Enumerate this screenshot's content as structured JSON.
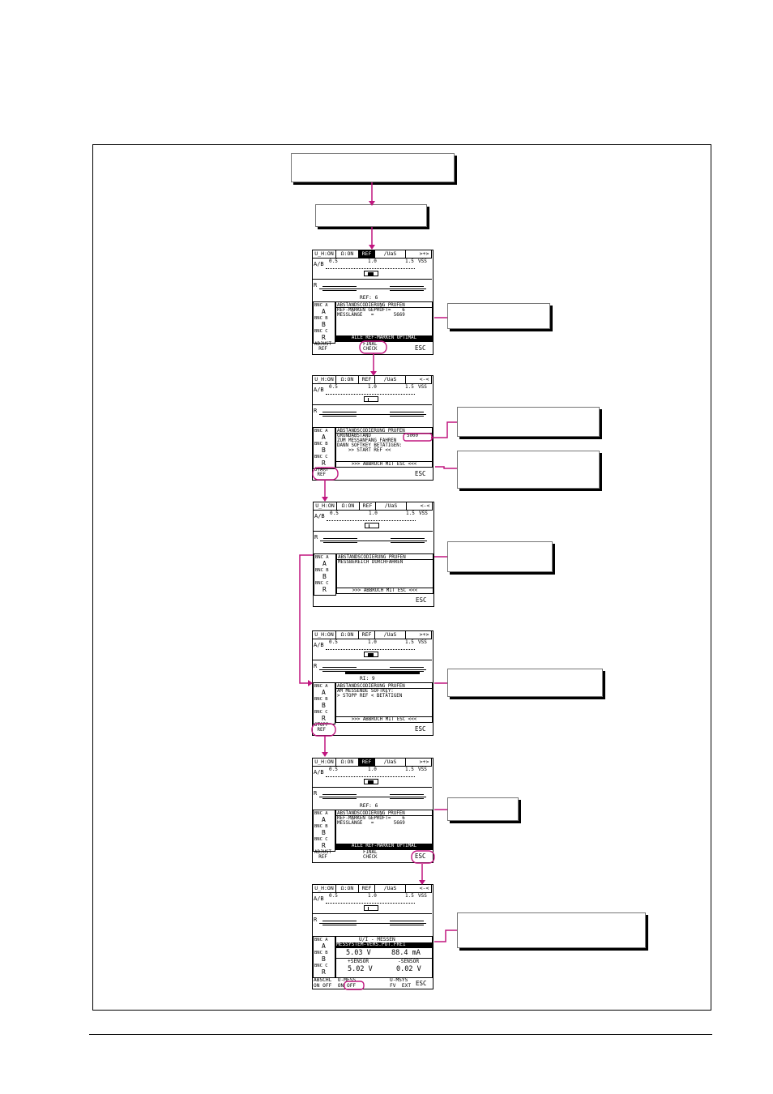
{
  "screens": [
    {
      "tabs": [
        "U_H:ON",
        "Ω:ON",
        "REF",
        "∕UaS",
        ">+>"
      ],
      "tab_highlight": 2,
      "scale_labels": [
        "A/B",
        "0.5",
        "1.0",
        "1.5",
        "VSS"
      ],
      "marker_filled": true,
      "r_label": "R",
      "ref_label": "REF: 6",
      "r_bar_filled": false,
      "panel_lines": [
        "ABSTANDSCODIERUNG PRÜFEN",
        "REF-MARKEN GEPRÜFT=    6",
        "MESSLÄNGE   =       5669"
      ],
      "panel_footer": "ALLE REF-MARKEN OPTIMAL",
      "panel_footer_inverse": true,
      "bnc": [
        "BNC A",
        "A",
        "BNC B",
        "B",
        "BNC C",
        "R"
      ],
      "softkeys": [
        "ADJUST\nREF",
        "FINAL\nCHECK",
        "ESC"
      ]
    },
    {
      "tabs": [
        "U_H:ON",
        "Ω:ON",
        "REF",
        "∕UaS",
        "<-<"
      ],
      "tab_highlight": -1,
      "scale_labels": [
        "A/B",
        "0.5",
        "1.0",
        "1.5",
        "VSS"
      ],
      "marker_filled": false,
      "r_label": "R",
      "ref_label": "",
      "r_bar_filled": false,
      "panel_lines": [
        "ABSTANDSCODIERUNG PRÜFEN",
        "GRUNDABSTAND",
        "ZUM MESSANFANG FAHREN",
        "DANN SOFTKEY BETÄTIGEN:",
        "    >> START REF <<"
      ],
      "panel_value": "5000",
      "panel_footer": ">>> ABBRUCH MIT ESC <<<",
      "panel_footer_inverse": false,
      "bnc": [
        "BNC A",
        "A",
        "BNC B",
        "B",
        "BNC C",
        "R"
      ],
      "softkeys": [
        "START\nREF",
        "",
        "ESC"
      ]
    },
    {
      "tabs": [
        "U_H:ON",
        "Ω:ON",
        "REF",
        "∕UaS",
        "<-<"
      ],
      "tab_highlight": -1,
      "scale_labels": [
        "A/B",
        "0.5",
        "1.0",
        "1.5",
        "VSS"
      ],
      "marker_filled": false,
      "r_label": "R",
      "ref_label": "",
      "r_bar_filled": false,
      "panel_lines": [
        "ABSTANDSCODIERUNG PRÜFEN",
        "MESSBEREICH DURCHFAHREN"
      ],
      "panel_footer": ">>> ABBRUCH MIT ESC <<<",
      "panel_footer_inverse": false,
      "bnc": [
        "BNC A",
        "A",
        "BNC B",
        "B",
        "BNC C",
        "R"
      ],
      "softkeys": [
        "",
        "",
        "ESC"
      ]
    },
    {
      "tabs": [
        "U_H:ON",
        "Ω:ON",
        "REF",
        "∕UaS",
        ">+>"
      ],
      "tab_highlight": -1,
      "scale_labels": [
        "A/B",
        "0.5",
        "1.0",
        "1.5",
        "VSS"
      ],
      "marker_filled": true,
      "r_label": "R",
      "ref_label": "RI: 9",
      "r_bar_filled": true,
      "panel_lines": [
        "ABSTANDSCODIERUNG PRÜFEN",
        "AM MESSENDE SOFTKEY:",
        "> STOPP REF < BETÄTIGEN"
      ],
      "panel_footer": ">>> ABBRUCH MIT ESC <<<",
      "panel_footer_inverse": false,
      "bnc": [
        "BNC A",
        "A",
        "BNC B",
        "B",
        "BNC C",
        "R"
      ],
      "softkeys": [
        "STOPP\nREF",
        "",
        "ESC"
      ]
    },
    {
      "tabs": [
        "U_H:ON",
        "Ω:ON",
        "REF",
        "∕UaS",
        ">+>"
      ],
      "tab_highlight": 2,
      "scale_labels": [
        "A/B",
        "0.5",
        "1.0",
        "1.5",
        "VSS"
      ],
      "marker_filled": true,
      "r_label": "R",
      "ref_label": "REF: 6",
      "r_bar_filled": false,
      "panel_lines": [
        "ABSTANDSCODIERUNG PRÜFEN",
        "REF-MARKEN GEPRÜFT=    6",
        "MESSLÄNGE   =       5669"
      ],
      "panel_footer": "ALLE REF-MARKEN OPTIMAL",
      "panel_footer_inverse": true,
      "bnc": [
        "BNC A",
        "A",
        "BNC B",
        "B",
        "BNC C",
        "R"
      ],
      "softkeys": [
        "ADJUST\nREF",
        "FINAL\nCHECK",
        "ESC"
      ]
    },
    {
      "tabs": [
        "U_H:ON",
        "Ω:ON",
        "REF",
        "∕UaS",
        "<-<"
      ],
      "tab_highlight": -1,
      "scale_labels": [
        "A/B",
        "0.5",
        "1.0",
        "1.5",
        "VSS"
      ],
      "marker_filled": false,
      "r_label": "R",
      "ref_label": "",
      "r_bar_filled": false,
      "voltage": {
        "title": "U/I - MESSEN",
        "status": "MESSYSTEM-VERS.POT.FREI",
        "u_value": "5.03 V",
        "i_value": "88.4 mA",
        "sensor_pos_label": "+SENSOR",
        "sensor_neg_label": "-SENSOR",
        "sensor_pos_value": "5.02 V",
        "sensor_neg_value": "0.02 V"
      },
      "bnc": [
        "BNC A",
        "A",
        "BNC B",
        "B",
        "BNC C",
        "R"
      ],
      "softkeys_bottom": {
        "l1": "ABSCHL  U-MESS",
        "l2": "ON OFF  ON OFF",
        "r1": "U-MSYS",
        "r2": "FV  EXT",
        "esc": "ESC"
      }
    }
  ],
  "colors": {
    "accent": "#c0167f",
    "frame": "#000000"
  }
}
